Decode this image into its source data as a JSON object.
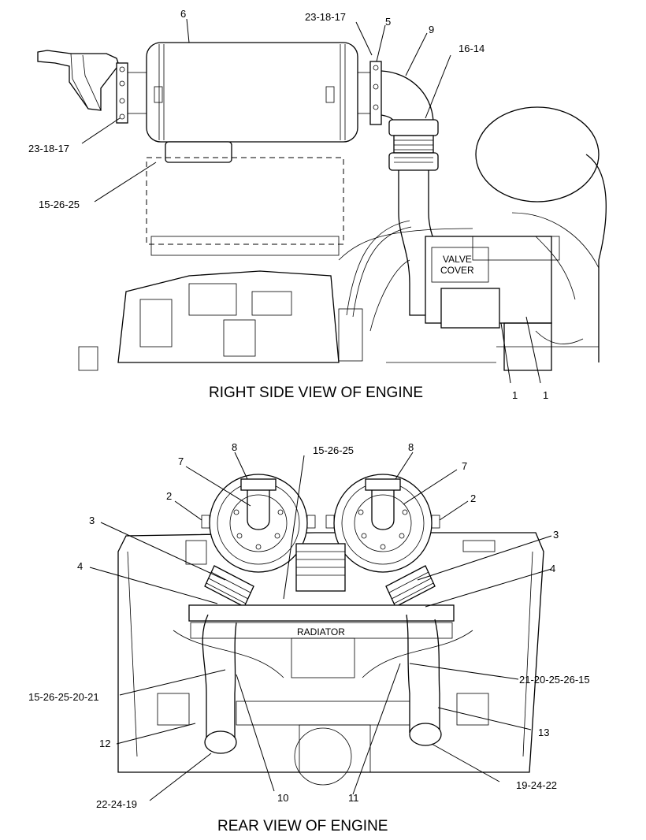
{
  "views": {
    "side": {
      "title": "RIGHT SIDE VIEW OF ENGINE",
      "labels": {
        "valve_1": "VALVE",
        "valve_2": "COVER"
      },
      "callouts": [
        "6",
        "23-18-17",
        "5",
        "9",
        "16-14",
        "23-18-17",
        "15-26-25",
        "1",
        "1"
      ]
    },
    "rear": {
      "title": "REAR VIEW OF ENGINE",
      "labels": {
        "radiator": "RADIATOR"
      },
      "callouts": [
        "8",
        "8",
        "15-26-25",
        "7",
        "7",
        "2",
        "2",
        "3",
        "3",
        "4",
        "4",
        "15-26-25-20-21",
        "21-20-25-26-15",
        "12",
        "13",
        "22-24-19",
        "19-24-22",
        "10",
        "11"
      ]
    }
  }
}
